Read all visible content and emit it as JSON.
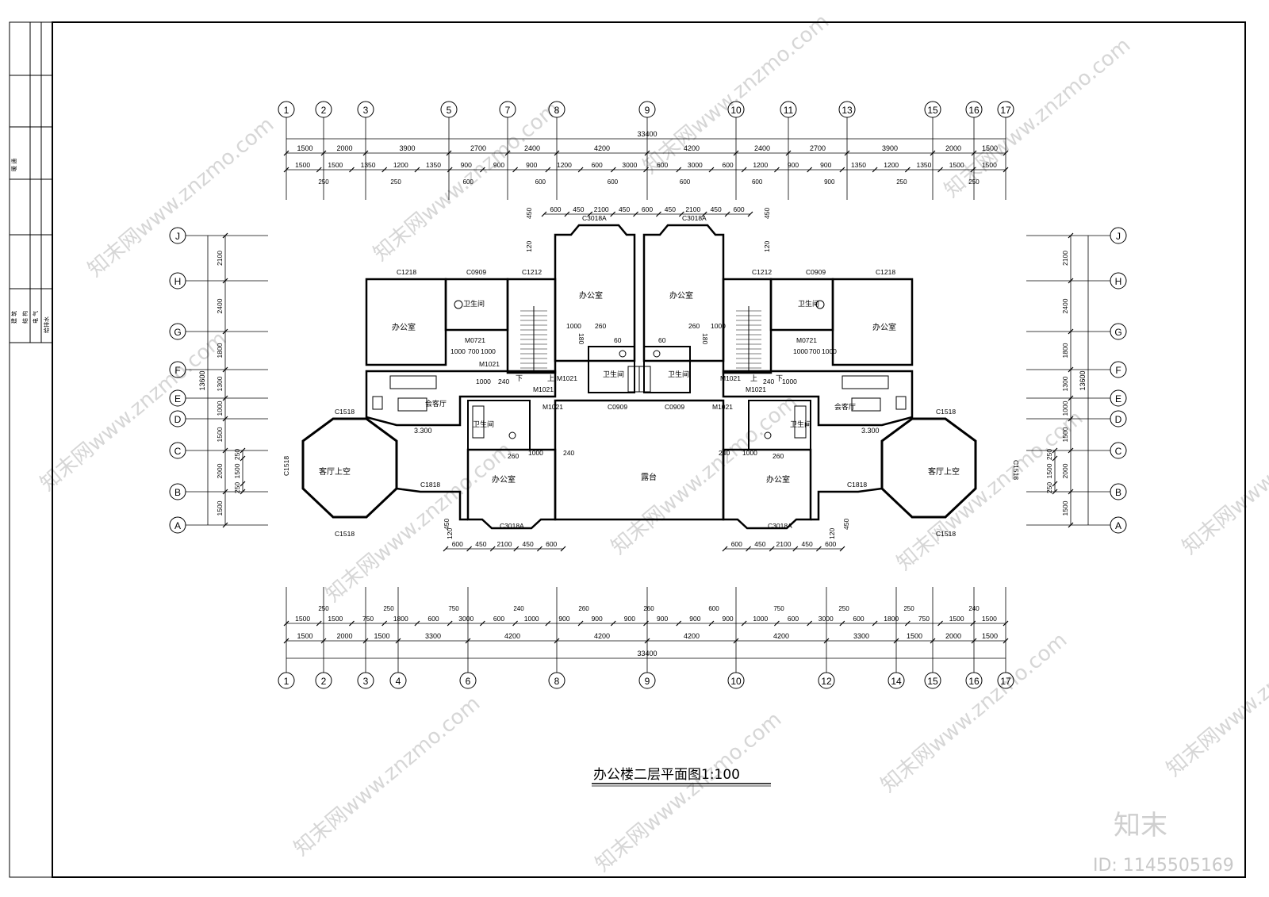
{
  "drawing": {
    "title": "办公楼二层平面图1:100",
    "overall_dimension": "33400",
    "depth_dimension": "13600",
    "floor_elevation": "3.300"
  },
  "title_block": {
    "labels": [
      "建 筑",
      "结 构",
      "电 气",
      "给排水",
      "暖 通"
    ]
  },
  "axes": {
    "top": [
      "1",
      "2",
      "3",
      "5",
      "7",
      "8",
      "9",
      "10",
      "11",
      "13",
      "15",
      "16",
      "17"
    ],
    "bottom": [
      "1",
      "2",
      "3",
      "4",
      "6",
      "8",
      "9",
      "10",
      "12",
      "14",
      "15",
      "16",
      "17"
    ],
    "rows": [
      "J",
      "H",
      "G",
      "F",
      "E",
      "D",
      "C",
      "B",
      "A"
    ]
  },
  "dimensions": {
    "top_row1": [
      "1500",
      "2000",
      "3900",
      "2700",
      "2400",
      "4200",
      "4200",
      "2400",
      "2700",
      "3900",
      "2000",
      "1500"
    ],
    "top_row2": [
      "1500",
      "1500",
      "1350",
      "1200",
      "1350",
      "900",
      "900",
      "900",
      "1200",
      "600",
      "3000",
      "600",
      "3000",
      "600",
      "1200",
      "900",
      "900",
      "1350",
      "1200",
      "1350",
      "1500",
      "1500"
    ],
    "top_small": [
      "250",
      "250",
      "600",
      "600",
      "600",
      "600",
      "600",
      "900",
      "250",
      "250"
    ],
    "top_stair": [
      "600",
      "450",
      "2100",
      "450",
      "600",
      "450",
      "2100",
      "450",
      "600"
    ],
    "bottom_row1": [
      "1500",
      "2000",
      "1500",
      "3300",
      "4200",
      "4200",
      "4200",
      "4200",
      "3300",
      "1500",
      "2000",
      "1500"
    ],
    "bottom_row2": [
      "1500",
      "1500",
      "750",
      "1800",
      "600",
      "3000",
      "600",
      "1000",
      "900",
      "900",
      "900",
      "900",
      "900",
      "900",
      "1000",
      "600",
      "3000",
      "600",
      "1800",
      "750",
      "1500",
      "1500"
    ],
    "bottom_small": [
      "250",
      "250",
      "750",
      "240",
      "260",
      "260",
      "600",
      "750",
      "250",
      "250",
      "240"
    ],
    "bottom_bay": [
      "600",
      "450",
      "2100",
      "450",
      "600"
    ],
    "left_vertical": [
      "2100",
      "2400",
      "1800",
      "1300",
      "1000",
      "1500",
      "2000",
      "1500"
    ],
    "left_extra": [
      "250",
      "1500",
      "250"
    ]
  },
  "rooms": {
    "office": "办公室",
    "toilet": "卫生间",
    "meeting": "会客厅",
    "living_void": "客厅上空",
    "terrace": "露台",
    "stair_up": "上",
    "stair_down": "下"
  },
  "openings": {
    "window_bay": "C3018A",
    "window_1218": "C1218",
    "window_0909": "C0909",
    "window_1212": "C1212",
    "window_1518": "C1518",
    "window_1818": "C1818",
    "door_0721": "M0721",
    "door_1021": "M1021"
  },
  "local_dims": [
    "1000",
    "700",
    "1000",
    "240",
    "260",
    "60",
    "120",
    "450",
    "180",
    "1000",
    "240"
  ],
  "watermarks": {
    "site": "知末网www.znzmo.com",
    "logo": "知末",
    "id": "ID: 1145505169"
  }
}
